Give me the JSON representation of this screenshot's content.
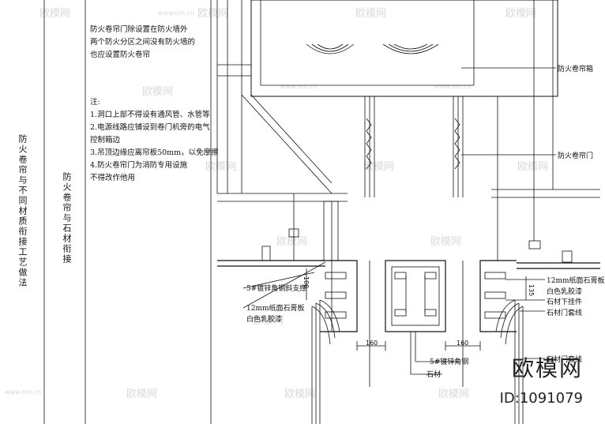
{
  "left_column": {
    "title_outer": "防火卷帘与不同材质衔接工艺做法",
    "title_inner": "防火卷帘与石材衔接"
  },
  "notes": {
    "intro": [
      "防火卷帘门除设置在防火墙外",
      "两个防火分区之间没有防火墙的",
      "也应设置防火卷帘"
    ],
    "heading": "注:",
    "items": [
      "1.洞口上部不得设有通风管、水管等",
      "2.电源线路应铺设到卷门机旁的电气",
      "   控制箱边",
      "3.吊顶边缘应离帘板50mm，以免摩擦",
      "4.防火卷帘门为消防专用设施",
      "   不得改作他用"
    ]
  },
  "labels": {
    "fire_shutter_box": "防火卷帘箱",
    "fire_shutter_door": "防火卷帘门",
    "steel_brace": "5#镀锌角钢斜支撑",
    "gypsum_left_1": "12mm纸面石膏板",
    "gypsum_left_2": "白色乳胶漆",
    "gypsum_right_1": "12mm纸面石膏板",
    "gypsum_right_2": "白色乳胶漆",
    "stone_hanger": "石材下挂件",
    "stone_trim_1": "石材门套线",
    "stone_trim_2": "石材门套线",
    "angle_steel": "5#镀锌角钢",
    "stone": "石材"
  },
  "dimensions": {
    "left_gap": "160",
    "right_gap": "160",
    "left_vert": "100",
    "right_vert": "135"
  },
  "watermarks": {
    "brand": "欧模网",
    "site": "www.om.cn"
  },
  "footer": {
    "brand": "欧模网",
    "id": "ID:1091079"
  }
}
